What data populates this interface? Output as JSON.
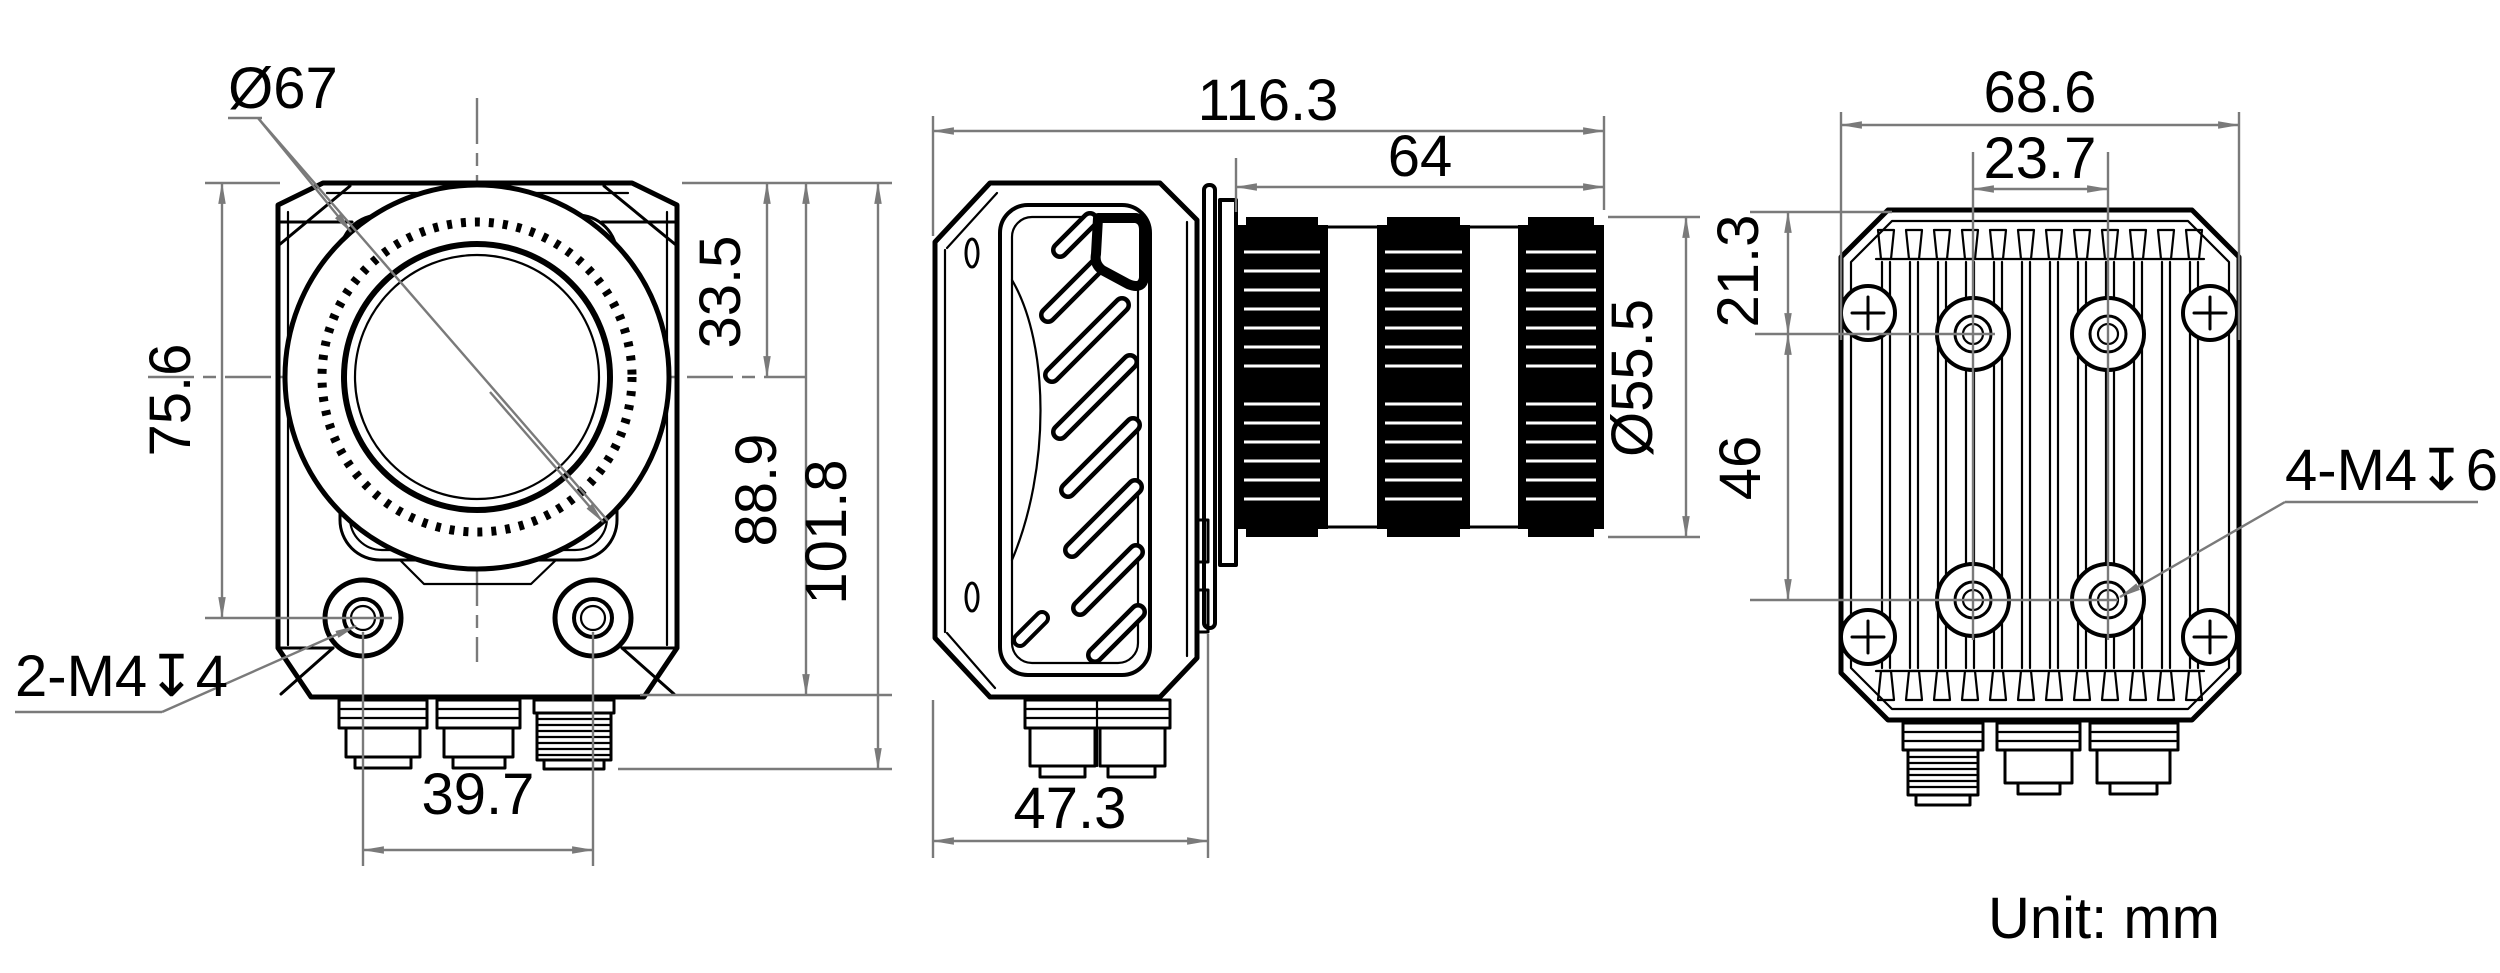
{
  "drawing": {
    "unit_note": "Unit: mm",
    "front_view": {
      "lens_diameter": "Ø67",
      "top_to_hole_height": "75.6",
      "top_to_center": "33.5",
      "body_height": "88.9",
      "total_height": "101.8",
      "hole_spacing": "39.7",
      "mount_hole_label": "2-M4↧4"
    },
    "side_view": {
      "total_length": "116.3",
      "lens_length": "64",
      "lens_diameter": "Ø55.5",
      "body_depth": "47.3"
    },
    "back_view": {
      "body_width": "68.6",
      "hole_spacing_horizontal": "23.7",
      "top_to_first_hole": "21.3",
      "hole_spacing_vertical": "46",
      "mount_hole_label": "4-M4↧6"
    },
    "colors": {
      "line": "#000000",
      "dimension": "#7a7a7a"
    }
  }
}
